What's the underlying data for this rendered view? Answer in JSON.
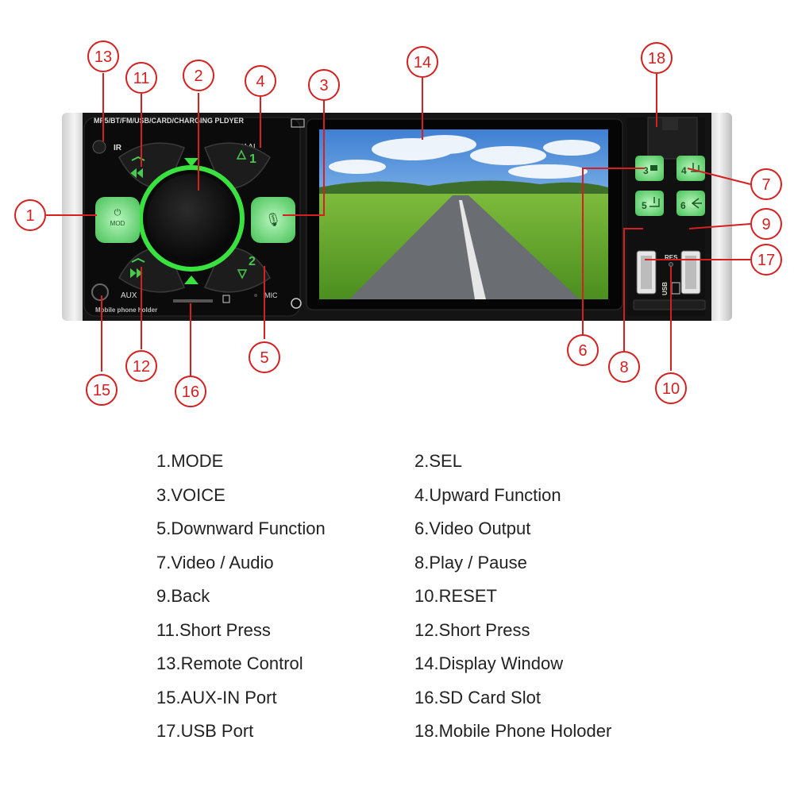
{
  "device": {
    "top_label": "MP5/BT/FM/USB/CARD/CHARGING PLDYER",
    "model": "4051AI",
    "ir_label": "IR",
    "mode_label": "MOD",
    "aux_label": "AUX",
    "mic_label": "MIC",
    "holder_label": "Mobile phone holder",
    "res_label": "RES",
    "usb_label": "USB",
    "key_1": "1",
    "key_2": "2",
    "key_3": "3",
    "key_4": "4",
    "key_5": "5",
    "key_6": "6"
  },
  "callouts": [
    "1",
    "2",
    "3",
    "4",
    "5",
    "6",
    "7",
    "8",
    "9",
    "10",
    "11",
    "12",
    "13",
    "14",
    "15",
    "16",
    "17",
    "18"
  ],
  "legend": [
    "1.MODE",
    "2.SEL",
    "3.VOICE",
    "4.Upward Function",
    "5.Downward Function",
    "6.Video Output",
    "7.Video / Audio",
    "8.Play / Pause",
    "9.Back",
    "10.RESET",
    "11.Short Press",
    "12.Short Press",
    "13.Remote Control",
    "14.Display Window",
    "15.AUX-IN Port",
    "16.SD Card Slot",
    "17.USB Port",
    "18.Mobile Phone Holoder"
  ],
  "colors": {
    "callout": "#d42020",
    "button_glow": "#7de08a",
    "ring": "#39e23f",
    "panel": "#141414"
  }
}
